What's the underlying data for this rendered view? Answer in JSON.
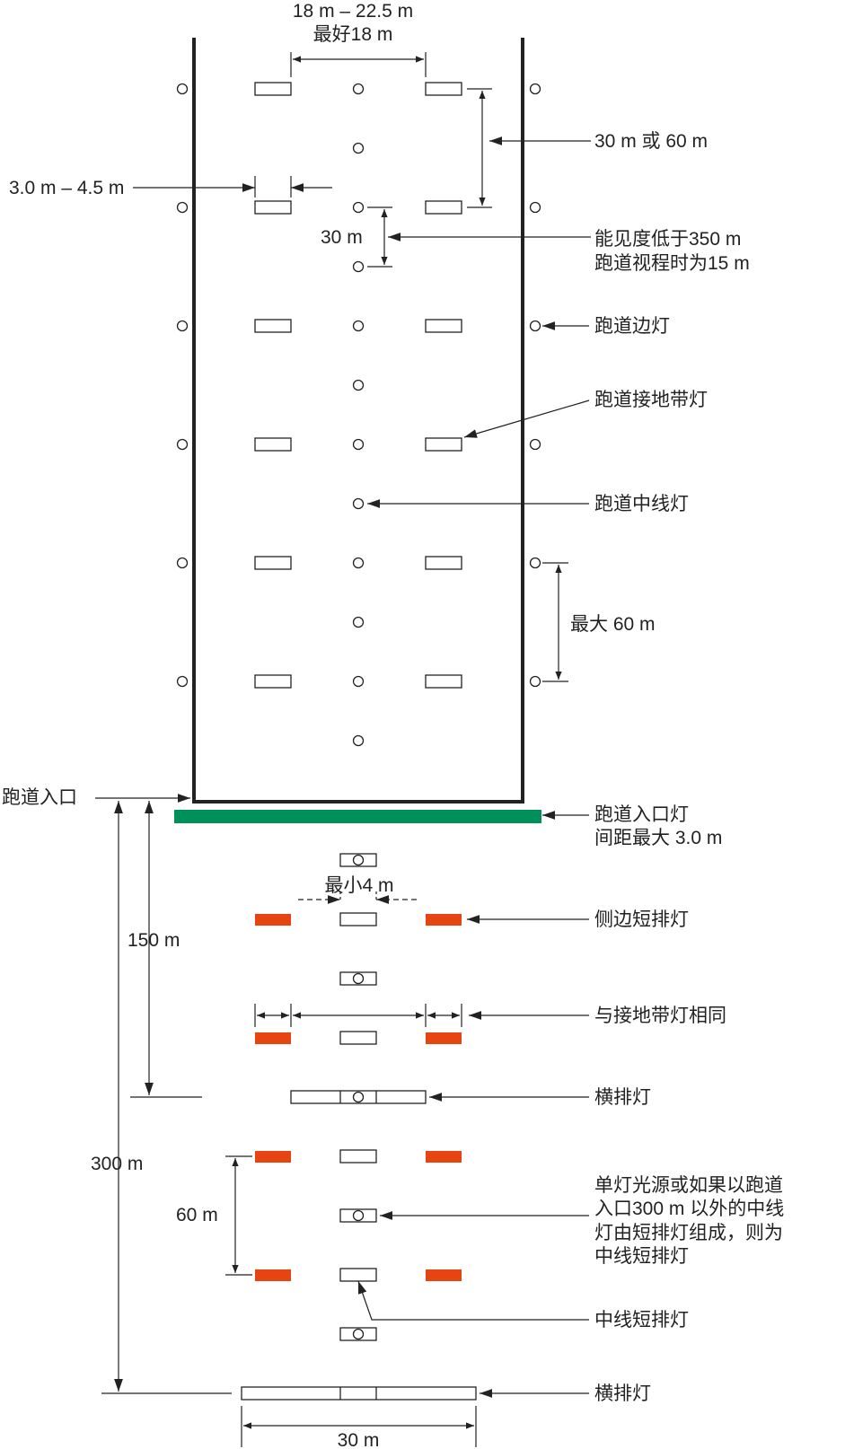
{
  "colors": {
    "line": "#222222",
    "threshold": "#00915a",
    "wing_bar": "#e64410",
    "light_fill": "#ffffff"
  },
  "labels": {
    "width_range": "18 m – 22.5 m",
    "width_best": "最好18 m",
    "tdz_spacing": "30 m 或 60 m",
    "barrette_width": "3.0 m – 4.5 m",
    "centerline_spacing": "30 m",
    "low_vis_line1": "能见度低于350 m",
    "low_vis_line2": "跑道视程时为15 m",
    "edge_lights": "跑道边灯",
    "tdz_lights": "跑道接地带灯",
    "centerline_lights": "跑道中线灯",
    "edge_spacing": "最大 60 m",
    "threshold": "跑道入口",
    "threshold_lights_line1": "跑道入口灯",
    "threshold_lights_line2": "间距最大 3.0 m",
    "min_gap": "最小4 m",
    "side_row": "侧边短排灯",
    "dist_150": "150 m",
    "same_as_tdz": "与接地带灯相同",
    "crossbar_1": "横排灯",
    "dist_300": "300 m",
    "dist_60": "60 m",
    "single_src_line1": "单灯光源或如果以跑道",
    "single_src_line2": "入口300 m 以外的中线",
    "single_src_line3": "灯由短排灯组成，则为",
    "single_src_line4": "中线短排灯",
    "cl_barrette": "中线短排灯",
    "crossbar_2": "横排灯",
    "crossbar_width": "30 m"
  }
}
